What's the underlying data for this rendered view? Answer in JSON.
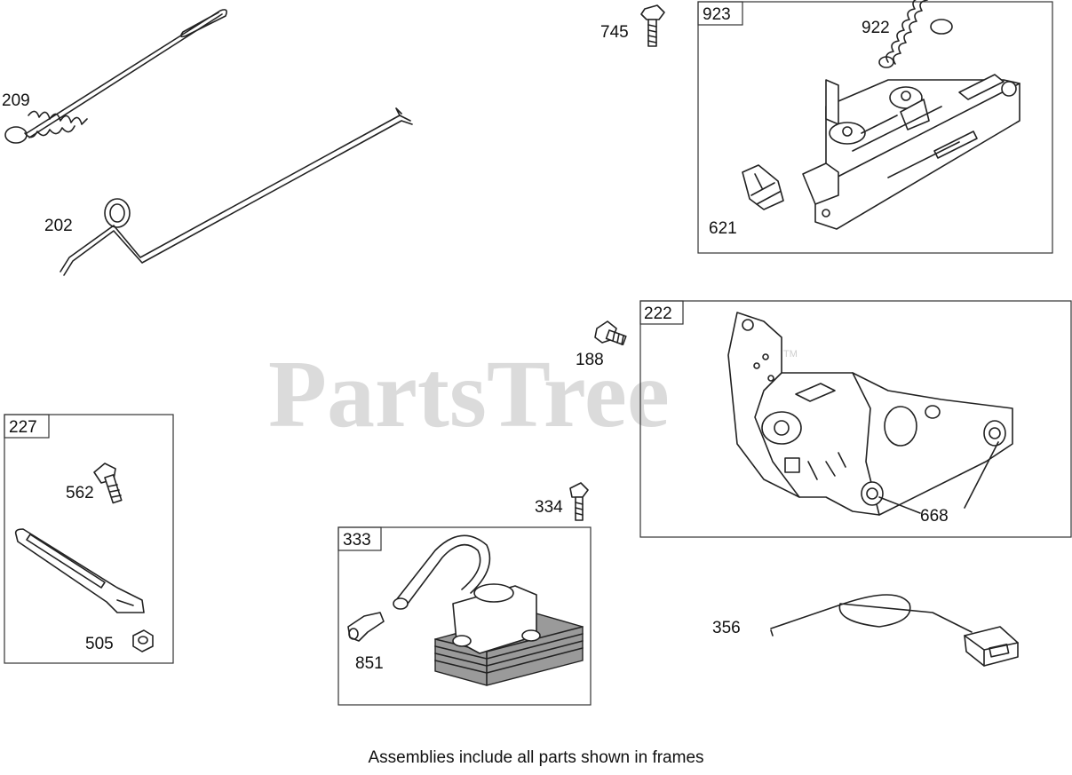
{
  "watermark": {
    "text": "PartsTree",
    "mark": "TM"
  },
  "frames": [
    {
      "id": "frame-923",
      "tag": "923"
    },
    {
      "id": "frame-222",
      "tag": "222"
    },
    {
      "id": "frame-227",
      "tag": "227"
    },
    {
      "id": "frame-333",
      "tag": "333"
    }
  ],
  "labels": {
    "p209": "209",
    "p202": "202",
    "p745": "745",
    "p922": "922",
    "p621": "621",
    "p188": "188",
    "p668": "668",
    "p562": "562",
    "p505": "505",
    "p334": "334",
    "p851": "851",
    "p356": "356"
  },
  "footer": "Assemblies include all parts shown in frames",
  "colors": {
    "line": "#222222",
    "frame": "#333333",
    "watermark": "#cfcfcf"
  }
}
